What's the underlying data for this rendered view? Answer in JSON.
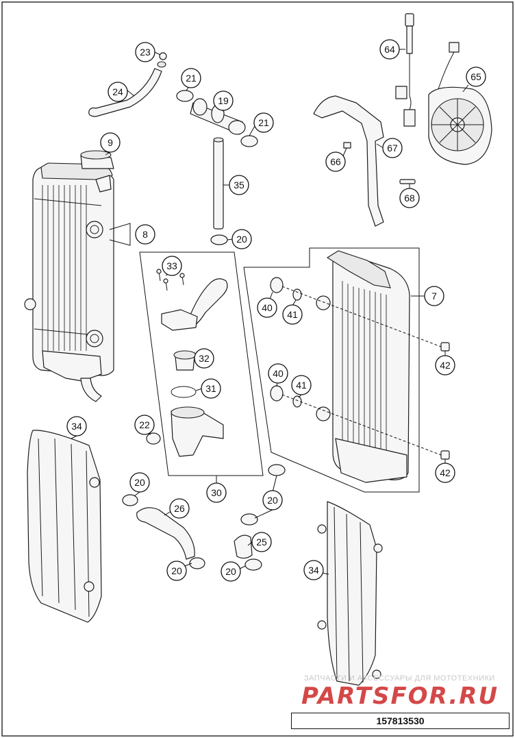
{
  "diagram": {
    "drawing_number": "157813530",
    "watermark": {
      "top_line": "ЗАПЧАСТИ И АКСЕССУАРЫ ДЛЯ МОТОТЕХНИКИ",
      "brand": "PARTSFOR.RU"
    },
    "callouts": [
      {
        "id": "c23",
        "label": "23"
      },
      {
        "id": "c24",
        "label": "24"
      },
      {
        "id": "c21a",
        "label": "21"
      },
      {
        "id": "c19",
        "label": "19"
      },
      {
        "id": "c21b",
        "label": "21"
      },
      {
        "id": "c9",
        "label": "9"
      },
      {
        "id": "c35",
        "label": "35"
      },
      {
        "id": "c8",
        "label": "8"
      },
      {
        "id": "c20a",
        "label": "20"
      },
      {
        "id": "c64",
        "label": "64"
      },
      {
        "id": "c65",
        "label": "65"
      },
      {
        "id": "c67",
        "label": "67"
      },
      {
        "id": "c66",
        "label": "66"
      },
      {
        "id": "c68",
        "label": "68"
      },
      {
        "id": "c33",
        "label": "33"
      },
      {
        "id": "c32",
        "label": "32"
      },
      {
        "id": "c31",
        "label": "31"
      },
      {
        "id": "c22",
        "label": "22"
      },
      {
        "id": "c30",
        "label": "30"
      },
      {
        "id": "c7",
        "label": "7"
      },
      {
        "id": "c40a",
        "label": "40"
      },
      {
        "id": "c41a",
        "label": "41"
      },
      {
        "id": "c42a",
        "label": "42"
      },
      {
        "id": "c40b",
        "label": "40"
      },
      {
        "id": "c41b",
        "label": "41"
      },
      {
        "id": "c42b",
        "label": "42"
      },
      {
        "id": "c34a",
        "label": "34"
      },
      {
        "id": "c20b",
        "label": "20"
      },
      {
        "id": "c26",
        "label": "26"
      },
      {
        "id": "c20c",
        "label": "20"
      },
      {
        "id": "c20d",
        "label": "20"
      },
      {
        "id": "c25",
        "label": "25"
      },
      {
        "id": "c20e",
        "label": "20"
      },
      {
        "id": "c34b",
        "label": "34"
      }
    ]
  }
}
